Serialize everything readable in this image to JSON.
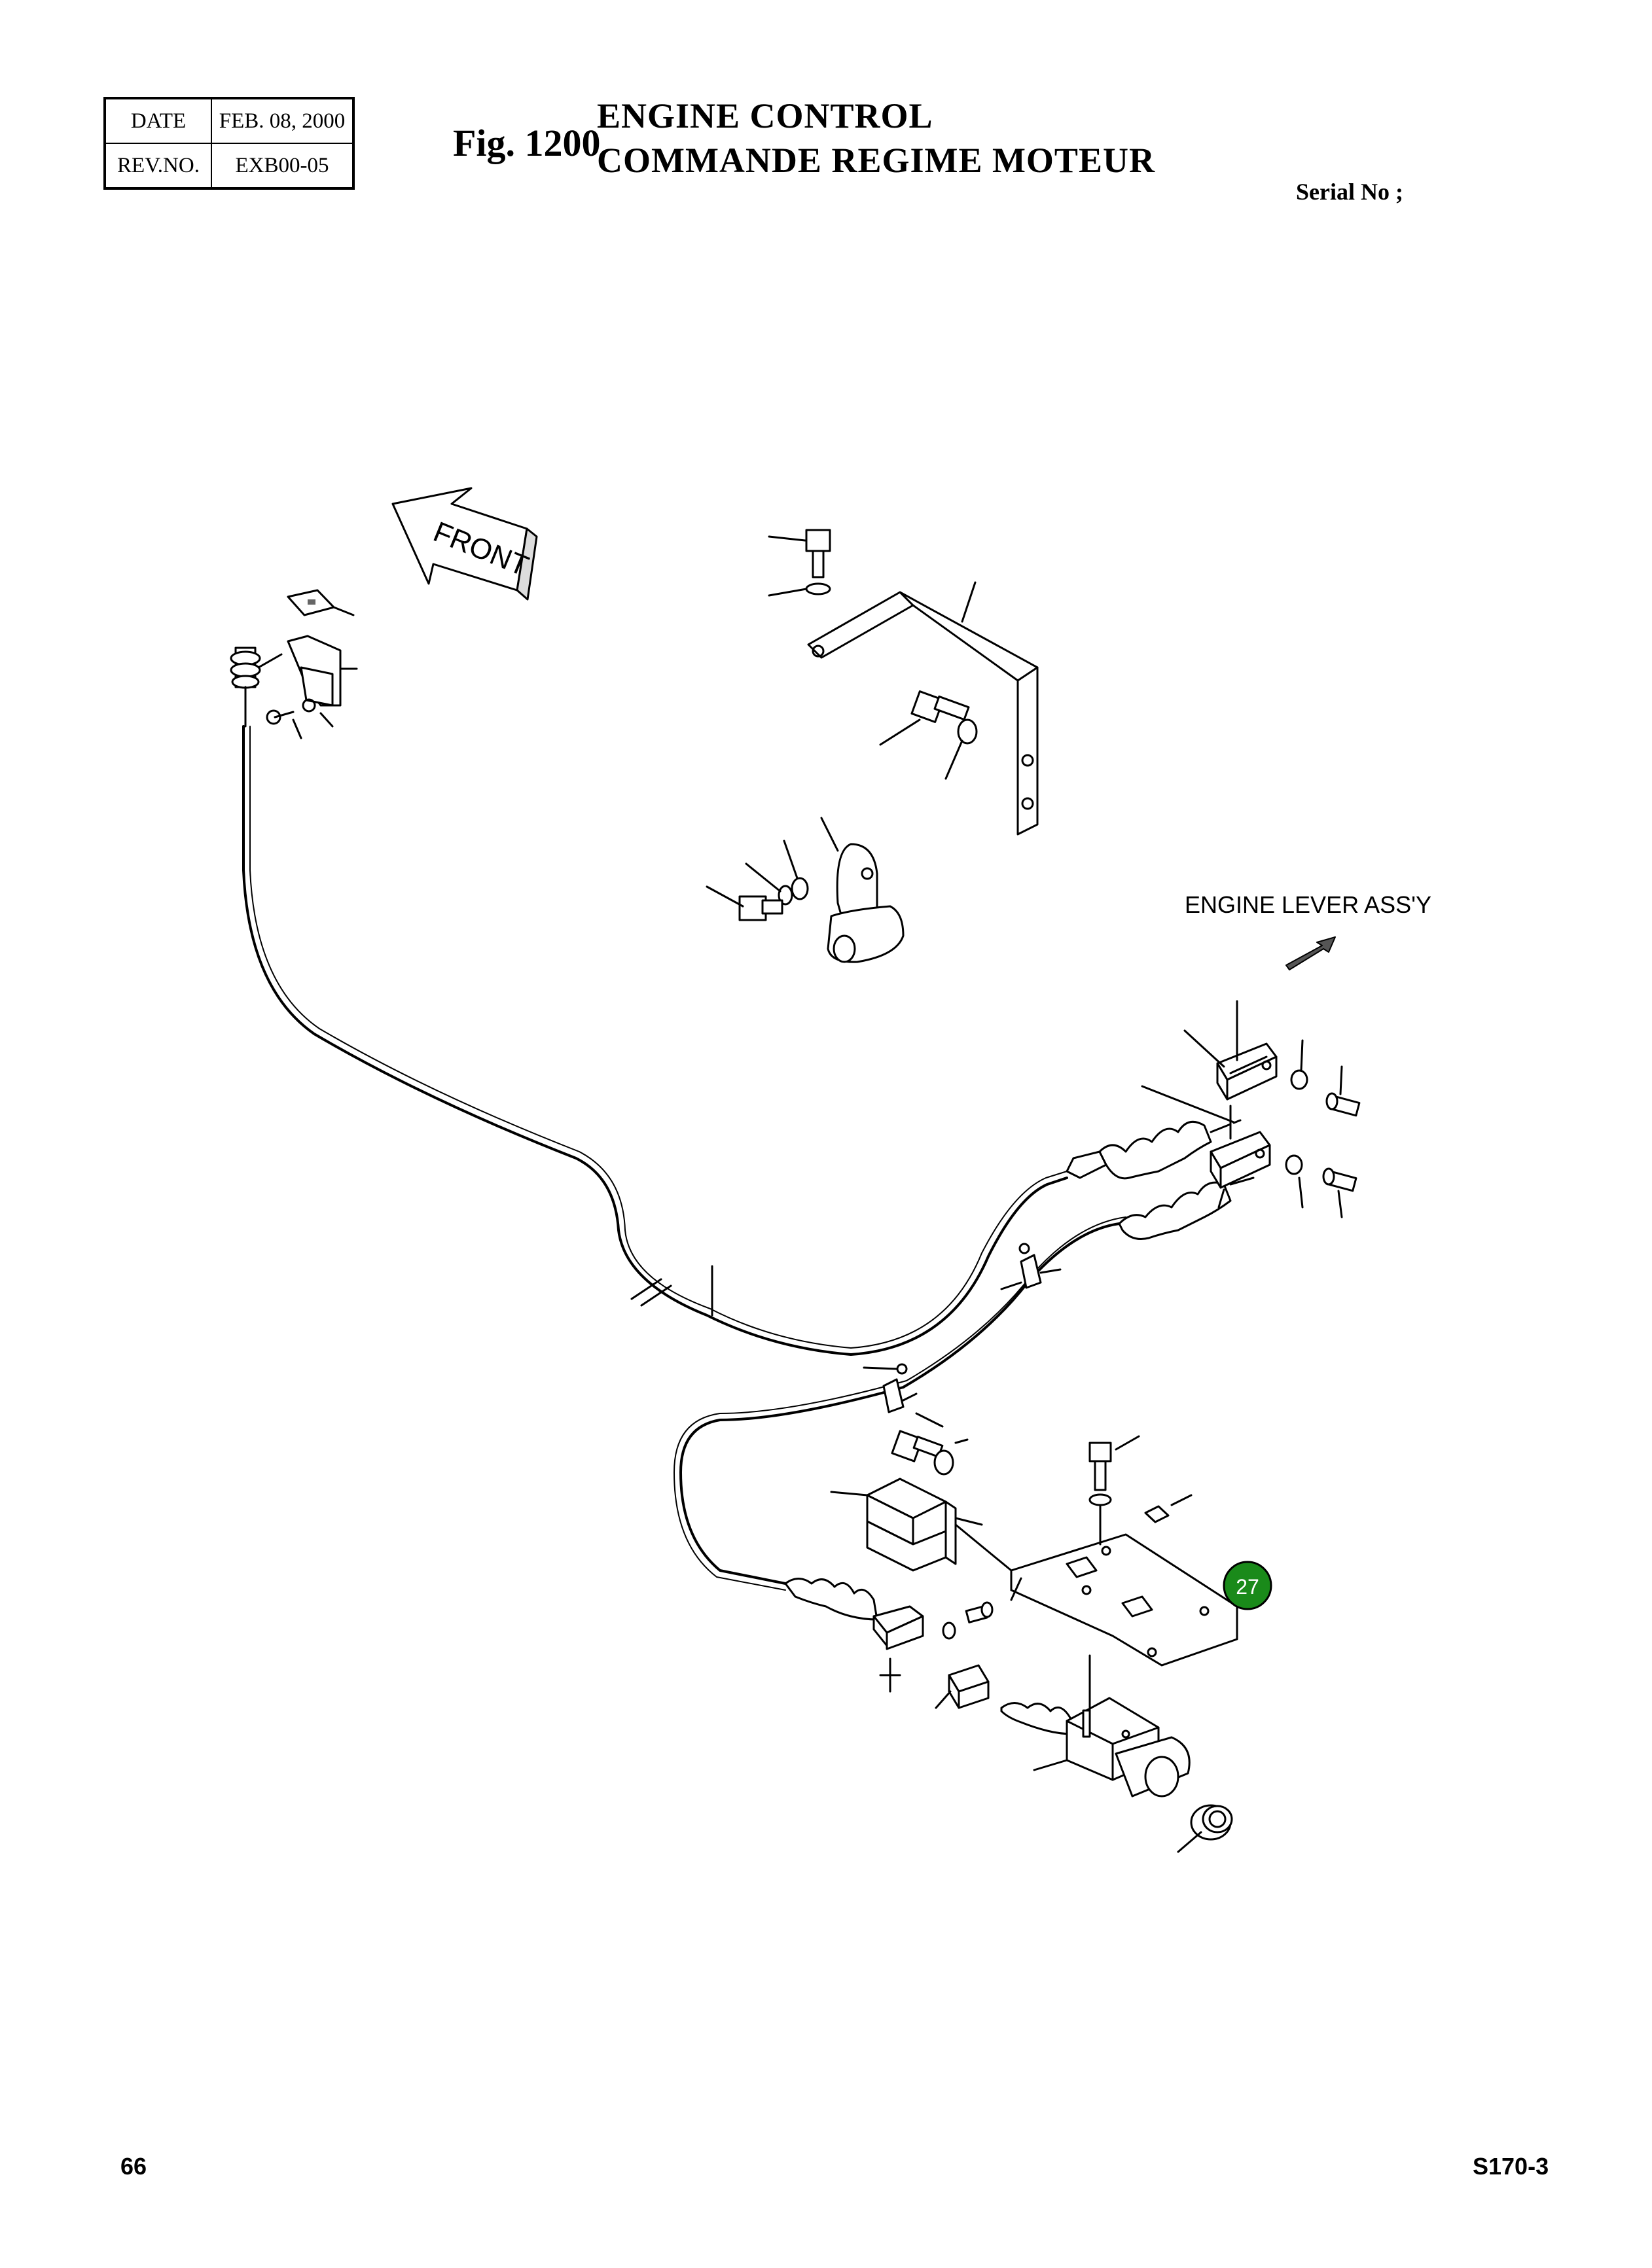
{
  "revision_table": {
    "date_label": "DATE",
    "date_value": "FEB. 08, 2000",
    "rev_label": "REV.NO.",
    "rev_value": "EXB00-05"
  },
  "figure": {
    "number": "Fig. 1200",
    "title_en": "ENGINE CONTROL",
    "title_fr": "COMMANDE REGIME MOTEUR"
  },
  "serial_label": "Serial No ;",
  "diagram": {
    "front_arrow_label": "FRONT",
    "engine_lever_label": "ENGINE LEVER ASS'Y",
    "callout_number": "27",
    "callout_color": "#1a8a1a"
  },
  "footer": {
    "page_number": "66",
    "model_code": "S170-3"
  }
}
